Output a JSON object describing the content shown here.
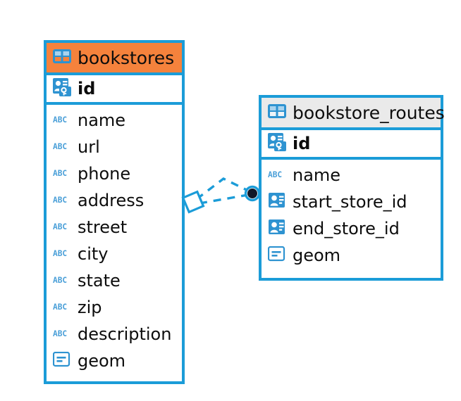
{
  "diagram": {
    "type": "entity-relationship-diagram",
    "background": "#FFFFFF",
    "accent_color": "#1B9CD8",
    "highlight_color": "#F5823C",
    "neutral_header_color": "#EAEAEA"
  },
  "entities": [
    {
      "name": "bookstores",
      "header_style": "orange",
      "table_icon": "table-icon",
      "primary_key": {
        "label": "id",
        "icon": "primary-key-icon",
        "type": "primary-key"
      },
      "fields": [
        {
          "label": "name",
          "icon": "text-field-icon",
          "type": "text"
        },
        {
          "label": "url",
          "icon": "text-field-icon",
          "type": "text"
        },
        {
          "label": "phone",
          "icon": "text-field-icon",
          "type": "text"
        },
        {
          "label": "address",
          "icon": "text-field-icon",
          "type": "text"
        },
        {
          "label": "street",
          "icon": "text-field-icon",
          "type": "text"
        },
        {
          "label": "city",
          "icon": "text-field-icon",
          "type": "text"
        },
        {
          "label": "state",
          "icon": "text-field-icon",
          "type": "text"
        },
        {
          "label": "zip",
          "icon": "text-field-icon",
          "type": "text"
        },
        {
          "label": "description",
          "icon": "text-field-icon",
          "type": "text"
        },
        {
          "label": "geom",
          "icon": "geometry-field-icon",
          "type": "geometry"
        }
      ]
    },
    {
      "name": "bookstore_routes",
      "header_style": "gray",
      "table_icon": "table-icon",
      "primary_key": {
        "label": "id",
        "icon": "primary-key-icon",
        "type": "primary-key"
      },
      "fields": [
        {
          "label": "name",
          "icon": "text-field-icon",
          "type": "text"
        },
        {
          "label": "start_store_id",
          "icon": "foreign-key-icon",
          "type": "foreign-key"
        },
        {
          "label": "end_store_id",
          "icon": "foreign-key-icon",
          "type": "foreign-key"
        },
        {
          "label": "geom",
          "icon": "geometry-field-icon",
          "type": "geometry"
        }
      ]
    }
  ],
  "relationship": {
    "source_entity": "bookstores",
    "target_entity": "bookstore_routes",
    "line_style": "dashed",
    "line_color": "#1B9CD8",
    "source_marker": "diamond-marker",
    "target_marker": "filled-circle-marker",
    "target_marker_fill": "#111827"
  }
}
